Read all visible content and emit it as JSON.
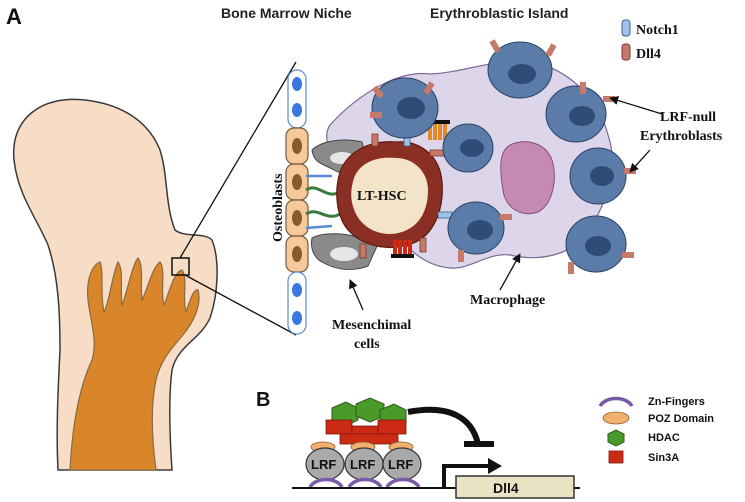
{
  "panel_a": {
    "letter": "A",
    "title_left": "Bone Marrow Niche",
    "title_right": "Erythroblastic Island",
    "legend": [
      {
        "label": "Notch1",
        "color": "#9fc3e6"
      },
      {
        "label": "Dll4",
        "color": "#c87a6a"
      }
    ],
    "labels": {
      "osteoblasts": "Osteoblasts",
      "lt_hsc": "LT-HSC",
      "macrophage": "Macrophage",
      "mesenchymal_line1": "Mesenchimal",
      "mesenchymal_line2": "cells",
      "erythroblasts_line1": "LRF-null",
      "erythroblasts_line2": "Erythroblasts"
    },
    "colors": {
      "bone": "#f7dcc6",
      "marrow": "#d9862a",
      "macrophage": "#ddd6ea",
      "erythroblast": "#5b7ca8",
      "nucleus": "#2f4c79",
      "hsc_outer": "#8b2e24",
      "hsc_inner": "#f3e3c8",
      "osteoblast": "#f5c99a",
      "stromal": "#8a8a8a"
    }
  },
  "panel_b": {
    "letter": "B",
    "lrf_units": [
      "LRF",
      "LRF",
      "LRF"
    ],
    "gene": "Dll4",
    "legend": [
      {
        "label": "Zn-Fingers",
        "color": "#b79fd0"
      },
      {
        "label": "POZ Domain",
        "color": "#f0b070"
      },
      {
        "label": "HDAC",
        "color": "#4a9a2a"
      },
      {
        "label": "Sin3A",
        "color": "#cc2a14"
      }
    ]
  }
}
